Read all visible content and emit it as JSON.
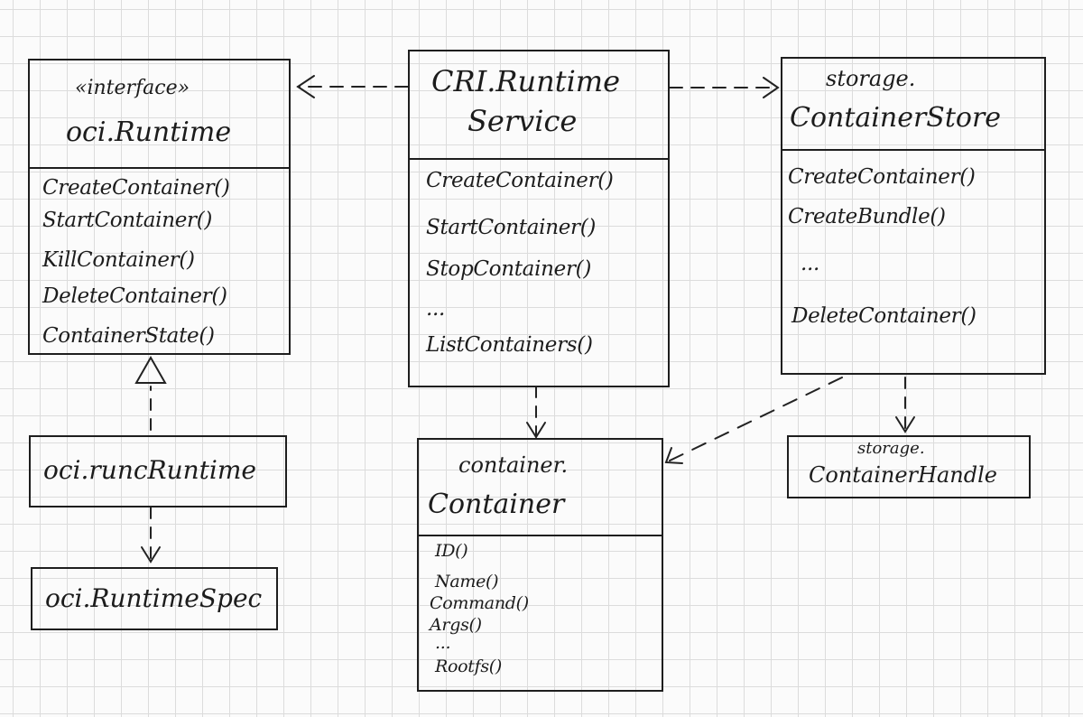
{
  "runtime": {
    "stereotype": "«interface»",
    "name": "oci.Runtime",
    "methods": [
      "CreateContainer()",
      "StartContainer()",
      "KillContainer()",
      "DeleteContainer()",
      "ContainerState()"
    ]
  },
  "runc": {
    "name": "oci.runcRuntime"
  },
  "spec": {
    "name": "oci.RuntimeSpec"
  },
  "cri": {
    "name_line1": "CRI.Runtime",
    "name_line2": "Service",
    "methods": [
      "CreateContainer()",
      "StartContainer()",
      "StopContainer()",
      "...",
      "ListContainers()"
    ]
  },
  "store": {
    "name_line1": "storage.",
    "name_line2": "ContainerStore",
    "methods": [
      "CreateContainer()",
      "CreateBundle()",
      "...",
      "DeleteContainer()"
    ]
  },
  "handle": {
    "name_line1": "storage.",
    "name_line2": "ContainerHandle"
  },
  "container": {
    "name_line1": "container.",
    "name_line2": "Container",
    "methods": [
      "ID()",
      "Name()",
      "Command()",
      "Args()",
      "...",
      "Rootfs()"
    ]
  }
}
